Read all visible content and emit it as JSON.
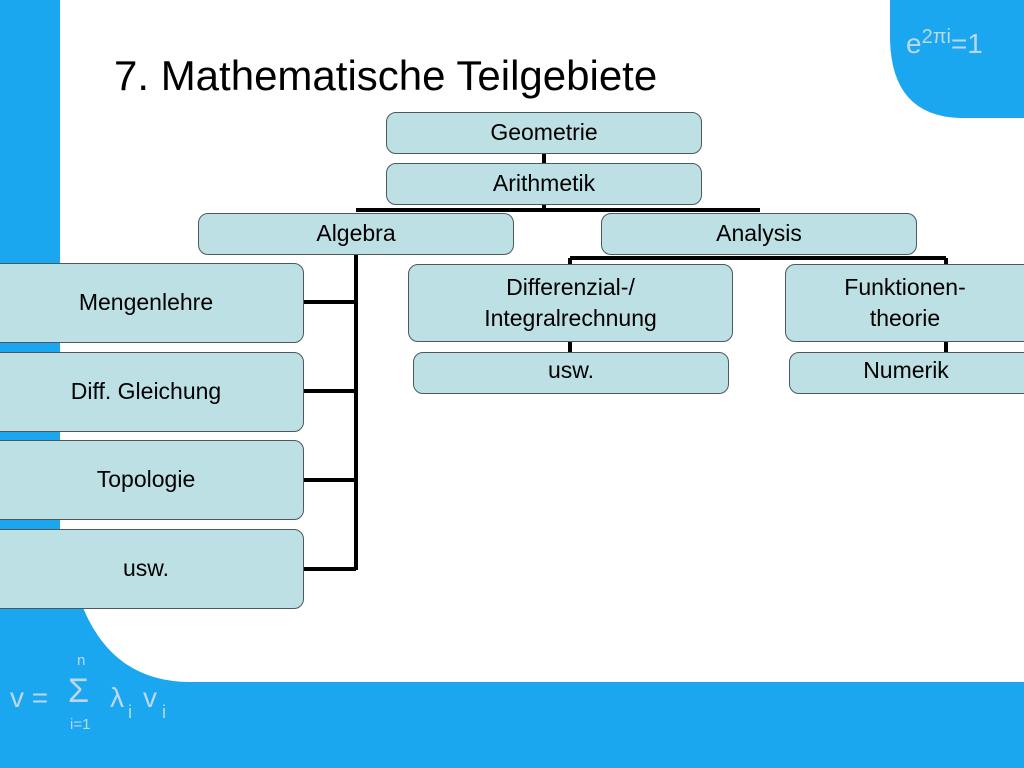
{
  "title": "7. Mathematische Teilgebiete",
  "colors": {
    "accent": "#1aa7f0",
    "node_fill": "#bde0e4",
    "formula_text": "#bcd8ee"
  },
  "formulas": {
    "corner": {
      "base": "e",
      "exponent": "2πi",
      "rest": "=1"
    },
    "bottom": {
      "lhs": "v =",
      "sigma": "Σ",
      "upper": "n",
      "lower": "i=1",
      "lambda": "λ",
      "sub1": "i",
      "v": "v",
      "sub2": "i"
    }
  },
  "diagram": {
    "geometrie": "Geometrie",
    "arithmetik": "Arithmetik",
    "algebra": "Algebra",
    "analysis": "Analysis",
    "mengenlehre": "Mengenlehre",
    "diff_gleichung": "Diff. Gleichung",
    "topologie": "Topologie",
    "usw_left": "usw.",
    "differenzial": "Differenzial-/\nIntegralrechnung",
    "funktionen": "Funktionen-\ntheorie",
    "usw_mid": "usw.",
    "numerik": "Numerik"
  }
}
